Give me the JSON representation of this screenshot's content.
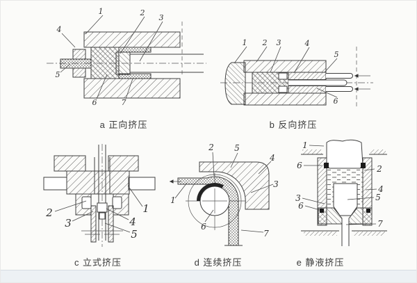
{
  "figure": {
    "type": "engineering-diagram",
    "subject": "extrusion-process-schematics",
    "captions": {
      "a": "a 正向挤压",
      "b": "b 反向挤压",
      "c": "c 立式挤压",
      "d": "d 连续挤压",
      "e": "e 静液挤压"
    },
    "callouts": {
      "a": [
        "1",
        "2",
        "3",
        "4",
        "5",
        "6",
        "7"
      ],
      "b": [
        "1",
        "2",
        "3",
        "4",
        "5",
        "6"
      ],
      "c": [
        "2",
        "3",
        "1",
        "4",
        "5"
      ],
      "d": [
        "2",
        "5",
        "4",
        "3",
        "1",
        "6",
        "7"
      ],
      "e": [
        "1",
        "6",
        "2",
        "4",
        "5",
        "3",
        "6",
        "7"
      ]
    },
    "colors": {
      "ink": "#3f3f3f",
      "seal_black": "#1a1a1a",
      "background": "#fbfbf9",
      "footer": "#edf1f4"
    }
  }
}
